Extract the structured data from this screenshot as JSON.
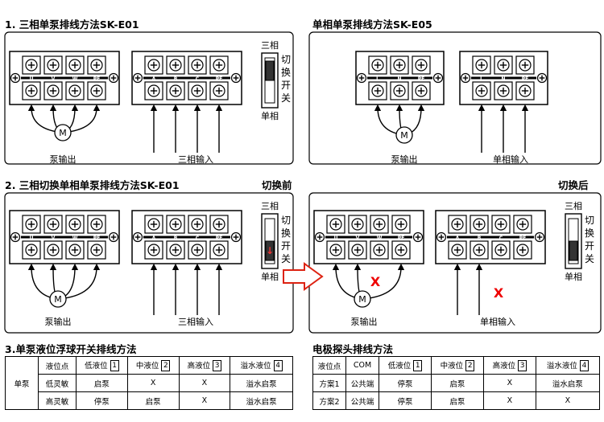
{
  "titles": {
    "t1": "1. 三相单泵排线方法SK-E01",
    "t2": "单相单泵排线方法SK-E05",
    "t3": "2. 三相切换单相单泵排线方法SK-E01",
    "before": "切换前",
    "after": "切换后",
    "t4": "3.单泵液位浮球开关排线方法",
    "t5": "电极探头排线方法"
  },
  "labels": {
    "pump_out": "泵输出",
    "three_in": "三相输入",
    "single_in": "单相输入",
    "motor": "M",
    "sw_three": "三相",
    "sw_single": "单相",
    "sw_label": [
      "切",
      "换",
      "开",
      "关"
    ],
    "x_mark": "X"
  },
  "terms": {
    "out3": [
      "U",
      "V",
      "W",
      "PE"
    ],
    "in3": [
      "A",
      "B",
      "C",
      "PE"
    ],
    "single": [
      "L",
      "N",
      "PE"
    ]
  },
  "table1": {
    "row_head": "单泵",
    "header": [
      "液位点",
      "低液位",
      "中液位",
      "高液位",
      "溢水液位"
    ],
    "boxes": [
      "1",
      "2",
      "3",
      "4"
    ],
    "rows": [
      [
        "低灵敏",
        "启泵",
        "X",
        "X",
        "溢水启泵"
      ],
      [
        "高灵敏",
        "停泵",
        "启泵",
        "X",
        "溢水启泵"
      ]
    ]
  },
  "table2": {
    "header": [
      "液位点",
      "COM",
      "低液位",
      "中液位",
      "高液位",
      "溢水液位"
    ],
    "boxes": [
      "1",
      "2",
      "3",
      "4"
    ],
    "rows": [
      [
        "方案1",
        "公共端",
        "停泵",
        "启泵",
        "X",
        "溢水启泵"
      ],
      [
        "方案2",
        "公共端",
        "停泵",
        "启泵",
        "X",
        "X"
      ]
    ]
  }
}
